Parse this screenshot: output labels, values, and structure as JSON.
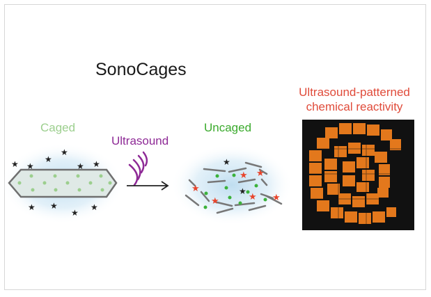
{
  "title": "SonoCages",
  "labels": {
    "caged": "Caged",
    "ultrasound": "Ultrasound",
    "uncaged": "Uncaged",
    "patterned_line1": "Ultrasound-patterned",
    "patterned_line2": "chemical reactivity"
  },
  "colors": {
    "title": "#1a1a1a",
    "caged": "#9ccf8e",
    "ultrasound": "#8e2a96",
    "uncaged": "#3aaa2c",
    "patterned": "#e04b3a",
    "glow": "#bcdcef",
    "cage_outline": "#6f6f6f",
    "cage_fill": "#dfe9e6",
    "payload_dot": "#3bb23b",
    "payload_star": "#e8452c",
    "star": "#222222",
    "image_bg": "#111111",
    "image_pattern": "#e3781c"
  },
  "icons": [
    "star-icon",
    "ultrasound-waves-icon",
    "arrow-right-icon"
  ]
}
